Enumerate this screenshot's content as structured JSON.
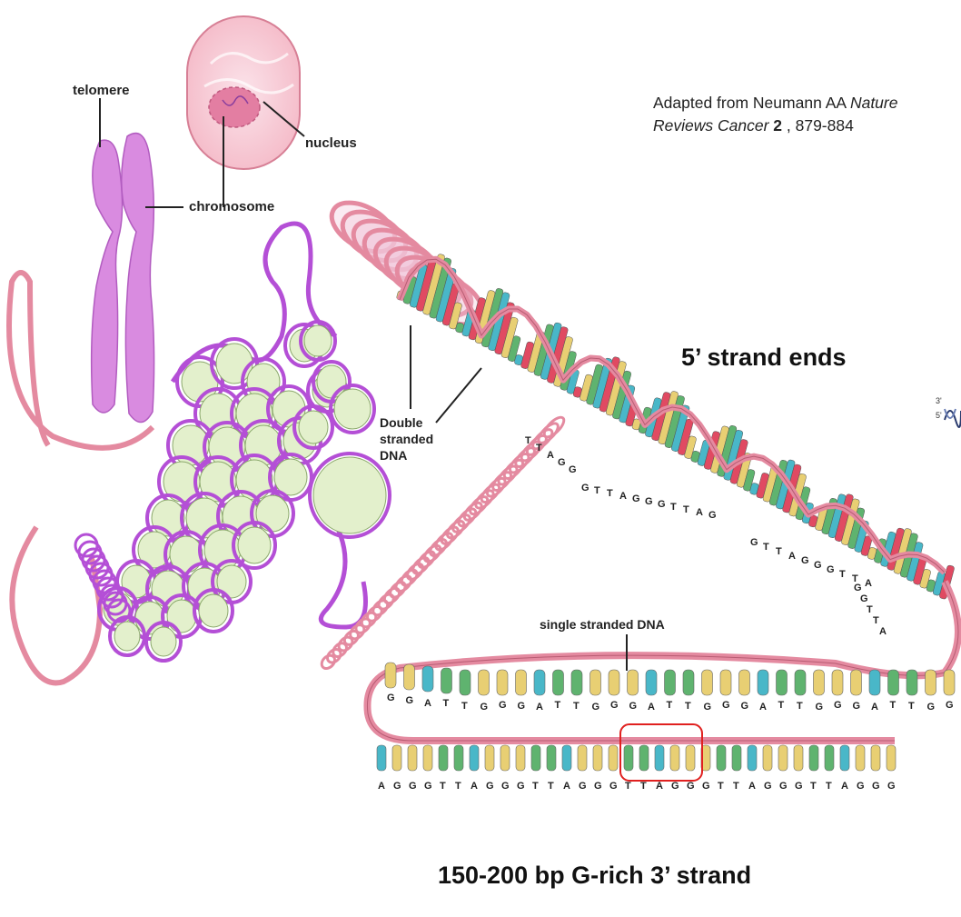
{
  "citation": {
    "line1": "Adapted from Neumann AA ",
    "line1_italic": "Nature",
    "line2_italic": "Reviews Cancer",
    "line2_bold": " 2",
    "line2_rest": " , 879-884"
  },
  "labels": {
    "telomere": "telomere",
    "nucleus": "nucleus",
    "chromosome": "chromosome",
    "double_stranded_line1": "Double",
    "double_stranded_line2": "stranded",
    "double_stranded_line3": "DNA",
    "single_stranded": "single stranded DNA",
    "inset_3prime": "3'",
    "inset_5prime": "5'"
  },
  "headings": {
    "five_prime": "5’ strand ends",
    "three_prime": "150-200 bp G-rich 3’ strand"
  },
  "sequences": {
    "upper_row": "GGATTGGGATTGGGATTGGGATTGGGATTGG",
    "bottom_row": "AGGGTTAGGGTTAGGGTTAGGGTTAGGGTTAGGG",
    "diag_1": "TTAGG",
    "diag_2": "GTTAGGGTTAG",
    "diag_3": "GTTAGGGTTA",
    "diag_4": "GGTTA"
  },
  "colors": {
    "backbone": "#e48aa0",
    "backbone_outline": "#b85c73",
    "chromosome": "#d98be0",
    "chromatin": "#b44fd6",
    "nucleosome": "#e3f0cc",
    "base_yellow": "#e8cf73",
    "base_green": "#5fb36f",
    "base_blue": "#49b7c8",
    "base_red": "#e04a62",
    "highlight_box": "#e0201f"
  }
}
